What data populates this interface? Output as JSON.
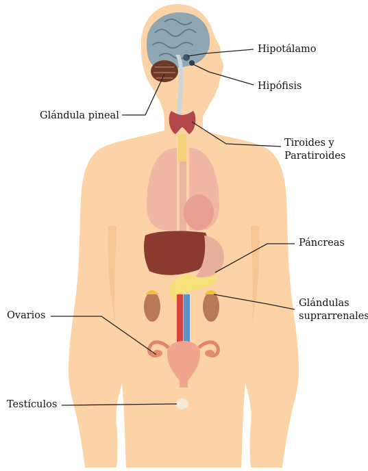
{
  "labels": {
    "hipotalamo": "Hipotálamo",
    "hipofisis": "Hipófisis",
    "glandula_pineal": "Glándula pineal",
    "tiroides_line1": "Tiroides y",
    "tiroides_line2": "Paratiroides",
    "pancreas": "Páncreas",
    "glandulas_line1": "Glándulas",
    "glandulas_line2": "suprarrenales",
    "ovarios": "Ovarios",
    "testiculos": "Testículos"
  },
  "colors": {
    "skin": "#fbd3a6",
    "brain": "#8fa7b3",
    "cerebellum": "#6b3a26",
    "thyroid": "#b2474a",
    "lung": "#f2b7a4",
    "liver": "#8a3a2f",
    "pancreas": "#f5e07a",
    "kidney": "#b87a56",
    "artery": "#d9423f",
    "vein": "#5d95c9",
    "leader_line": "#222222"
  }
}
